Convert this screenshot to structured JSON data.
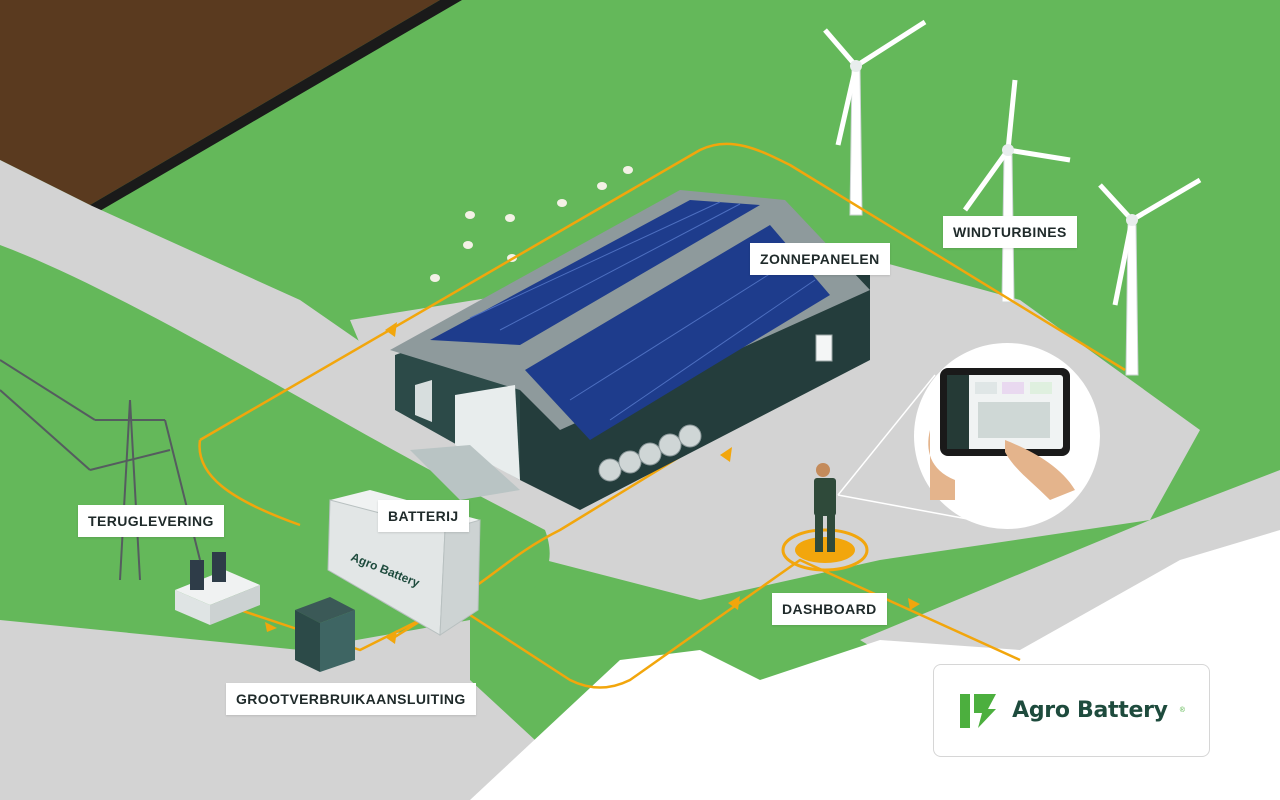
{
  "labels": {
    "windturbines": "WINDTURBINES",
    "zonnepanelen": "ZONNEPANELEN",
    "batterij": "BATTERIJ",
    "teruglevering": "TERUGLEVERING",
    "grootverbruik": "GROOTVERBRUIKAANSLUITING",
    "dashboard": "DASHBOARD"
  },
  "container_text": "Agro Battery",
  "brand": {
    "name": "Agro Battery",
    "mark": "®"
  },
  "colors": {
    "grass": "#64b85a",
    "soil": "#5a3a1f",
    "road": "#d3d3d3",
    "flow": "#f2a60c",
    "barn": "#2c4a48",
    "roof": "#8e9a9c",
    "solar": "#1e3c8c",
    "brand_green": "#1e4b3d",
    "brand_accent": "#4caf3e"
  },
  "icons": [
    "bolt-logo-icon",
    "tablet-icon",
    "arrow-icon"
  ]
}
